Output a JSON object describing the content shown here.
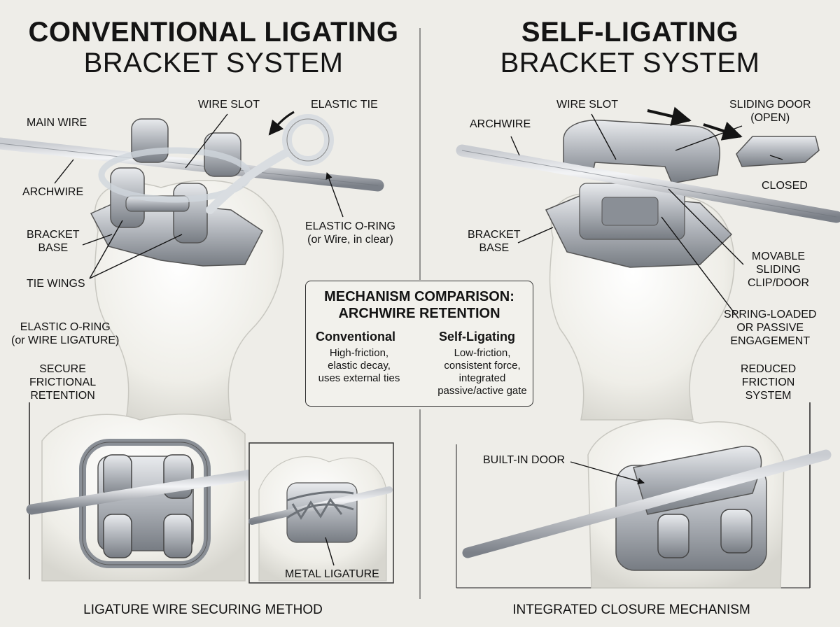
{
  "left": {
    "title_line1": "CONVENTIONAL LIGATING",
    "title_line2": "BRACKET SYSTEM",
    "labels": {
      "main_wire": "MAIN WIRE",
      "wire_slot": "WIRE SLOT",
      "elastic_tie": "ELASTIC TIE",
      "archwire": "ARCHWIRE",
      "bracket_base": "BRACKET\nBASE",
      "elastic_o_ring_clear": "ELASTIC O-RING\n(or Wire, in clear)",
      "tie_wings": "TIE WINGS",
      "elastic_o_ring_ligature": "ELASTIC O-RING\n(or WIRE LIGATURE)",
      "secure_retention": "SECURE\nFRICTIONAL\nRETENTION",
      "metal_ligature": "METAL LIGATURE"
    },
    "caption": "LIGATURE WIRE SECURING METHOD"
  },
  "right": {
    "title_line1": "SELF-LIGATING",
    "title_line2": "BRACKET SYSTEM",
    "labels": {
      "wire_slot": "WIRE SLOT",
      "sliding_door_open": "SLIDING DOOR\n(OPEN)",
      "archwire": "ARCHWIRE",
      "closed": "CLOSED",
      "bracket_base": "BRACKET\nBASE",
      "movable_clip": "MOVABLE\nSLIDING\nCLIP/DOOR",
      "spring_loaded": "SPRING-LOADED\nOR PASSIVE\nENGAGEMENT",
      "reduced_friction": "REDUCED\nFRICTION\nSYSTEM",
      "built_in_door": "BUILT-IN DOOR"
    },
    "caption": "INTEGRATED CLOSURE MECHANISM"
  },
  "mechanism": {
    "title": "MECHANISM COMPARISON:\nARCHWIRE RETENTION",
    "conventional_head": "Conventional",
    "conventional_text": "High-friction,\nelastic decay,\nuses external ties",
    "self_head": "Self-Ligating",
    "self_text": "Low-friction,\nconsistent force,\nintegrated\npassive/active gate"
  },
  "colors": {
    "background": "#eeede8",
    "metal": "#a9adb3",
    "tooth": "#f4f3ee",
    "ink": "#141414"
  }
}
